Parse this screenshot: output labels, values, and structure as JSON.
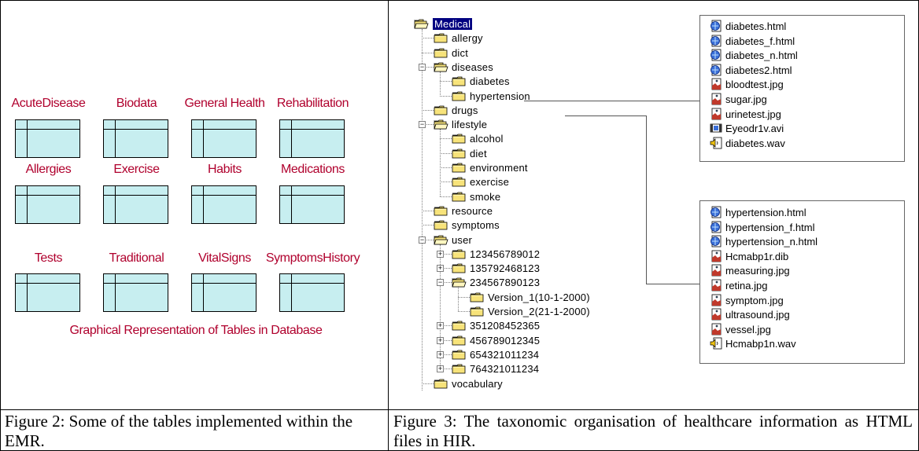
{
  "left_panel": {
    "tables": [
      {
        "name": "AcuteDisease"
      },
      {
        "name": "Biodata"
      },
      {
        "name": "General Health"
      },
      {
        "name": "Rehabilitation"
      },
      {
        "name": "Allergies"
      },
      {
        "name": "Exercise"
      },
      {
        "name": "Habits"
      },
      {
        "name": "Medications"
      },
      {
        "name": "Tests"
      },
      {
        "name": "Traditional"
      },
      {
        "name": "VitalSigns"
      },
      {
        "name": "SymptomsHistory"
      }
    ],
    "graph_caption": "Graphical Representation of Tables in Database",
    "figure_caption": "Figure 2: Some of the tables implemented within the EMR."
  },
  "right_panel": {
    "root": "Medical",
    "tree": [
      {
        "label": "allergy",
        "icon": "folder-icon"
      },
      {
        "label": "dict",
        "icon": "folder-icon"
      },
      {
        "label": "diseases",
        "icon": "folder-open-icon",
        "expanded": true
      },
      {
        "label": "diabetes",
        "icon": "folder-icon"
      },
      {
        "label": "hypertension",
        "icon": "folder-icon"
      },
      {
        "label": "drugs",
        "icon": "folder-icon"
      },
      {
        "label": "lifestyle",
        "icon": "folder-open-icon",
        "expanded": true
      },
      {
        "label": "alcohol",
        "icon": "folder-icon"
      },
      {
        "label": "diet",
        "icon": "folder-icon"
      },
      {
        "label": "environment",
        "icon": "folder-icon"
      },
      {
        "label": "exercise",
        "icon": "folder-icon"
      },
      {
        "label": "smoke",
        "icon": "folder-icon"
      },
      {
        "label": "resource",
        "icon": "folder-icon"
      },
      {
        "label": "symptoms",
        "icon": "folder-icon"
      },
      {
        "label": "user",
        "icon": "folder-open-icon",
        "expanded": true
      },
      {
        "label": "123456789012",
        "icon": "folder-icon",
        "collapsed": true
      },
      {
        "label": "135792468123",
        "icon": "folder-icon",
        "collapsed": true
      },
      {
        "label": "234567890123",
        "icon": "folder-open-icon",
        "expanded": true
      },
      {
        "label": "Version_1(10-1-2000)",
        "icon": "folder-icon"
      },
      {
        "label": "Version_2(21-1-2000)",
        "icon": "folder-icon"
      },
      {
        "label": "351208452365",
        "icon": "folder-icon",
        "collapsed": true
      },
      {
        "label": "456789012345",
        "icon": "folder-icon",
        "collapsed": true
      },
      {
        "label": "654321011234",
        "icon": "folder-icon",
        "collapsed": true
      },
      {
        "label": "764321011234",
        "icon": "folder-icon",
        "collapsed": true
      },
      {
        "label": "vocabulary",
        "icon": "folder-icon"
      }
    ],
    "diabetes_files": [
      {
        "name": "diabetes.html",
        "icon": "html-file-icon"
      },
      {
        "name": "diabetes_f.html",
        "icon": "html-file-icon"
      },
      {
        "name": "diabetes_n.html",
        "icon": "html-file-icon"
      },
      {
        "name": "diabetes2.html",
        "icon": "html-file-icon"
      },
      {
        "name": "bloodtest.jpg",
        "icon": "image-file-icon"
      },
      {
        "name": "sugar.jpg",
        "icon": "image-file-icon"
      },
      {
        "name": "urinetest.jpg",
        "icon": "image-file-icon"
      },
      {
        "name": "Eyeodr1v.avi",
        "icon": "video-file-icon"
      },
      {
        "name": "diabetes.wav",
        "icon": "audio-file-icon"
      }
    ],
    "hypertension_files": [
      {
        "name": "hypertension.html",
        "icon": "html-file-icon"
      },
      {
        "name": "hypertension_f.html",
        "icon": "html-file-icon"
      },
      {
        "name": "hypertension_n.html",
        "icon": "html-file-icon"
      },
      {
        "name": "Hcmabp1r.dib",
        "icon": "image-file-icon"
      },
      {
        "name": "measuring.jpg",
        "icon": "image-file-icon"
      },
      {
        "name": "retina.jpg",
        "icon": "image-file-icon"
      },
      {
        "name": "symptom.jpg",
        "icon": "image-file-icon"
      },
      {
        "name": "ultrasound.jpg",
        "icon": "image-file-icon"
      },
      {
        "name": "vessel.jpg",
        "icon": "image-file-icon"
      },
      {
        "name": "Hcmabp1n.wav",
        "icon": "audio-file-icon"
      }
    ],
    "figure_caption": "Figure 3: The taxonomic organisation of healthcare information as HTML files in HIR."
  }
}
